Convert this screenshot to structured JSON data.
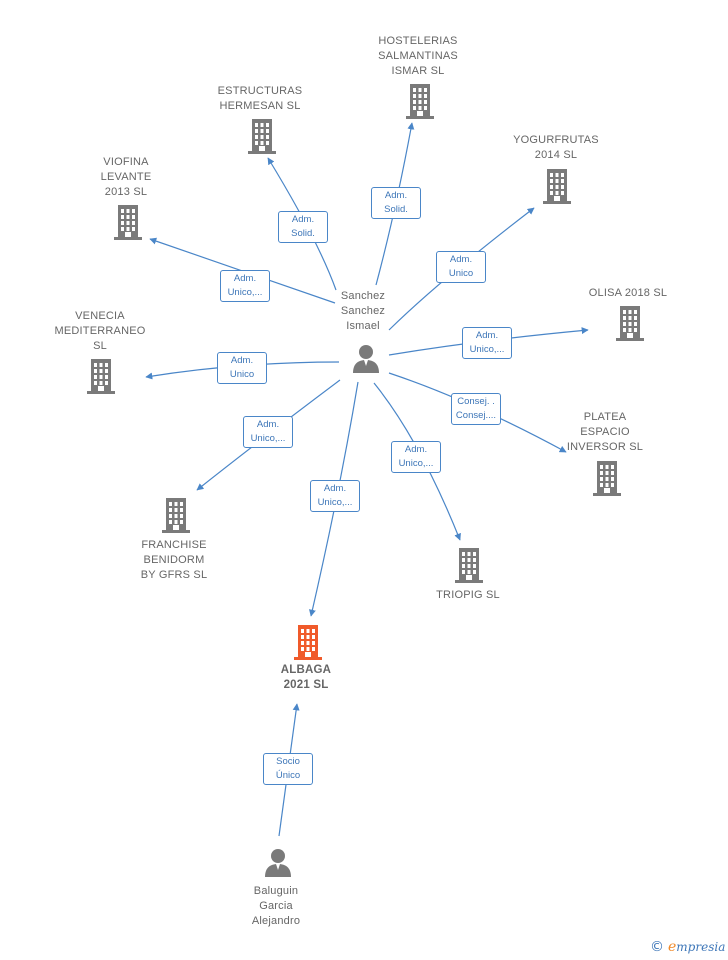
{
  "colors": {
    "edge": "#4a86c8",
    "building": "#7a7a7a",
    "highlight_building": "#f05a2a",
    "person": "#7a7a7a",
    "label_text": "#666666",
    "edge_label_text": "#3d76b8"
  },
  "persons": [
    {
      "id": "sanchez",
      "label": "Sanchez\nSanchez\nIsmael",
      "icon": "person-icon"
    },
    {
      "id": "baluguin",
      "label": "Baluguin\nGarcia\nAlejandro",
      "icon": "person-icon"
    }
  ],
  "companies": [
    {
      "id": "hostelerias",
      "label": "HOSTELERIAS\nSALMANTINAS\nISMAR  SL",
      "icon": "building-icon"
    },
    {
      "id": "estructuras",
      "label": "ESTRUCTURAS\nHERMESAN  SL",
      "icon": "building-icon"
    },
    {
      "id": "yogurfrutas",
      "label": "YOGURFRUTAS\n2014  SL",
      "icon": "building-icon"
    },
    {
      "id": "viofina",
      "label": "VIOFINA\nLEVANTE\n2013 SL",
      "icon": "building-icon"
    },
    {
      "id": "olisa",
      "label": "OLISA 2018  SL",
      "icon": "building-icon"
    },
    {
      "id": "venecia",
      "label": "VENECIA\nMEDITERRANEO\nSL",
      "icon": "building-icon"
    },
    {
      "id": "platea",
      "label": "PLATEA\nESPACIO\nINVERSOR  SL",
      "icon": "building-icon"
    },
    {
      "id": "franchise",
      "label": "FRANCHISE\nBENIDORM\nBY GFRS  SL",
      "icon": "building-icon"
    },
    {
      "id": "triopig",
      "label": "TRIOPIG  SL",
      "icon": "building-icon"
    },
    {
      "id": "albaga",
      "label": "ALBAGA\n2021  SL",
      "icon": "building-icon",
      "highlight": true
    }
  ],
  "edges": [
    {
      "from": "sanchez",
      "to": "hostelerias",
      "label": [
        "Adm.",
        "Solid."
      ]
    },
    {
      "from": "sanchez",
      "to": "estructuras",
      "label": [
        "Adm.",
        "Solid."
      ]
    },
    {
      "from": "sanchez",
      "to": "yogurfrutas",
      "label": [
        "Adm.",
        "Unico"
      ]
    },
    {
      "from": "sanchez",
      "to": "viofina",
      "label": [
        "Adm.",
        "Unico,..."
      ]
    },
    {
      "from": "sanchez",
      "to": "olisa",
      "label": [
        "Adm.",
        "Unico,..."
      ]
    },
    {
      "from": "sanchez",
      "to": "venecia",
      "label": [
        "Adm.",
        "Unico"
      ]
    },
    {
      "from": "sanchez",
      "to": "platea",
      "label": [
        "Consej. .",
        "Consej...."
      ]
    },
    {
      "from": "sanchez",
      "to": "franchise",
      "label": [
        "Adm.",
        "Unico,..."
      ]
    },
    {
      "from": "sanchez",
      "to": "triopig",
      "label": [
        "Adm.",
        "Unico,..."
      ]
    },
    {
      "from": "sanchez",
      "to": "albaga",
      "label": [
        "Adm.",
        "Unico,..."
      ]
    },
    {
      "from": "baluguin",
      "to": "albaga",
      "label": [
        "Socio",
        "Único"
      ]
    }
  ],
  "footer": {
    "copyright": "©",
    "brand_first": "e",
    "brand_rest": "mpresia"
  }
}
